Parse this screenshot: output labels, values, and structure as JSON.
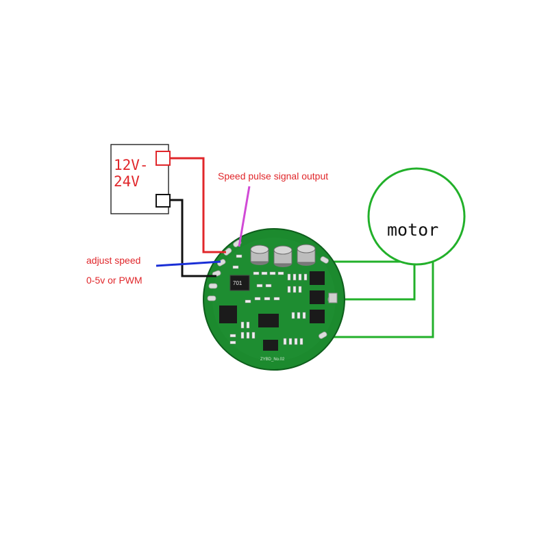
{
  "power_supply": {
    "line1": "12V-",
    "line2": "24V"
  },
  "labels": {
    "speed_pulse": "Speed pulse signal output",
    "adjust_speed": "adjust speed",
    "input_range": "0-5v or PWM"
  },
  "motor": {
    "label": "motor"
  },
  "pcb": {
    "model": "ZYBD_No.02",
    "ic_marking": "701"
  },
  "colors": {
    "wire_positive": "#e0262a",
    "wire_negative": "#111111",
    "wire_speed_input": "#1a2fd6",
    "wire_pulse_output": "#d14ad6",
    "wire_motor": "#22b02a",
    "pcb": "#1c8a2e",
    "pad": "#d9d9d9"
  }
}
